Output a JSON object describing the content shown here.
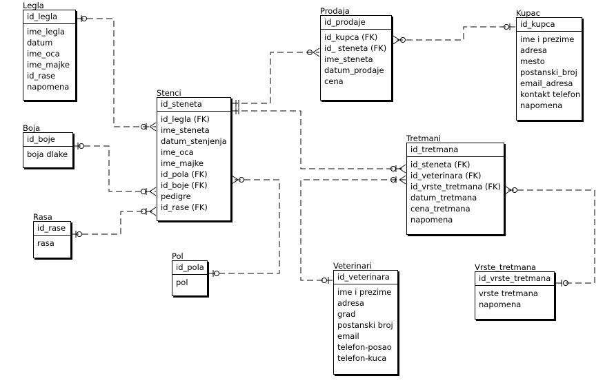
{
  "entities": {
    "legla": {
      "title": "Legla",
      "pk": "id_legla",
      "attrs": [
        "ime_legla",
        "datum",
        "ime_oca",
        "ime_majke",
        "id_rase",
        "napomena"
      ]
    },
    "boja": {
      "title": "Boja",
      "pk": "id_boje",
      "attrs": [
        "boja dlake"
      ]
    },
    "rasa": {
      "title": "Rasa",
      "pk": "id_rase",
      "attrs": [
        "rasa"
      ]
    },
    "stenci": {
      "title": "Stenci",
      "pk": "id_steneta",
      "attrs": [
        "id_legla (FK)",
        "ime_steneta",
        "datum_stenjenja",
        "ime_oca",
        "ime_majke",
        "id_pola (FK)",
        "id_boje (FK)",
        "pedigre",
        "id_rase (FK)"
      ]
    },
    "pol": {
      "title": "Pol",
      "pk": "id_pola",
      "attrs": [
        "pol"
      ]
    },
    "prodaja": {
      "title": "Prodaja",
      "pk": "id_prodaje",
      "attrs": [
        "id_kupca (FK)",
        "id_ steneta (FK)",
        "ime_steneta",
        "datum_prodaje",
        "cena"
      ]
    },
    "kupac": {
      "title": "Kupac",
      "pk": "id_kupca",
      "attrs": [
        "ime i prezime",
        "adresa",
        "mesto",
        "postanski_broj",
        "email_adresa",
        "kontakt telefon",
        "napomena"
      ]
    },
    "tretmani": {
      "title": "Tretmani",
      "pk": "id_tretmana",
      "attrs": [
        "id_steneta (FK)",
        "id_veterinara (FK)",
        "id_vrste_tretmana (FK)",
        "datum_tretmana",
        "cena_tretmana",
        "napomena"
      ]
    },
    "veterinari": {
      "title": "Veterinari",
      "pk": "id_veterinara",
      "attrs": [
        "ime i prezime",
        "adresa",
        "grad",
        "postanski broj",
        "email",
        "telefon-posao",
        "telefon-kuca"
      ]
    },
    "vrste": {
      "title": "Vrste_tretmana",
      "pk": "id_vrste_tretmana",
      "attrs": [
        "vrste tretmana",
        "napomena"
      ]
    }
  }
}
